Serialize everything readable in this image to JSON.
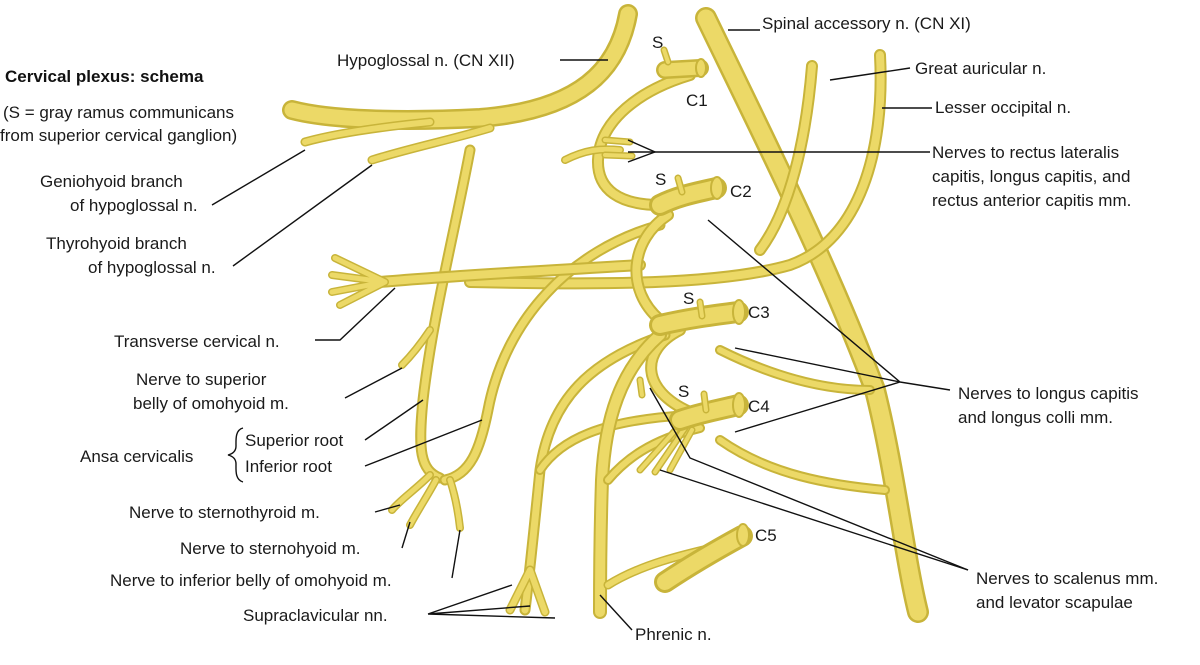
{
  "title": "Cervical plexus: schema",
  "legend_line1": "(S = gray ramus communicans",
  "legend_line2": "from superior cervical ganglion)",
  "colors": {
    "nerve_fill": "#ecd967",
    "nerve_edge": "#c8b43a",
    "leader": "#111111",
    "text": "#1a1a1a"
  },
  "roots": {
    "c1": "C1",
    "c2": "C2",
    "c3": "C3",
    "c4": "C4",
    "c5": "C5",
    "s_marker": "S"
  },
  "labels": {
    "hypoglossal": "Hypoglossal n. (CN XII)",
    "spinal_accessory": "Spinal accessory n. (CN XI)",
    "great_auricular": "Great auricular n.",
    "lesser_occipital": "Lesser occipital n.",
    "rectus_line1": "Nerves to rectus lateralis",
    "rectus_line2": "capitis, longus capitis, and",
    "rectus_line3": "rectus anterior capitis mm.",
    "geniohyoid_line1": "Geniohyoid branch",
    "geniohyoid_line2": "of hypoglossal n.",
    "thyrohyoid_line1": "Thyrohyoid branch",
    "thyrohyoid_line2": "of hypoglossal n.",
    "transverse_cervical": "Transverse cervical n.",
    "sup_omohyoid_line1": "Nerve to superior",
    "sup_omohyoid_line2": "belly of omohyoid m.",
    "ansa": "Ansa cervicalis",
    "superior_root": "Superior root",
    "inferior_root": "Inferior root",
    "sternothyroid": "Nerve to sternothyroid m.",
    "sternohyoid": "Nerve to sternohyoid m.",
    "inf_omohyoid": "Nerve to inferior belly of omohyoid m.",
    "supraclavicular": "Supraclavicular nn.",
    "phrenic": "Phrenic n.",
    "longus_line1": "Nerves to longus capitis",
    "longus_line2": "and longus colli mm.",
    "scalenus_line1": "Nerves to scalenus mm.",
    "scalenus_line2": "and levator scapulae"
  }
}
